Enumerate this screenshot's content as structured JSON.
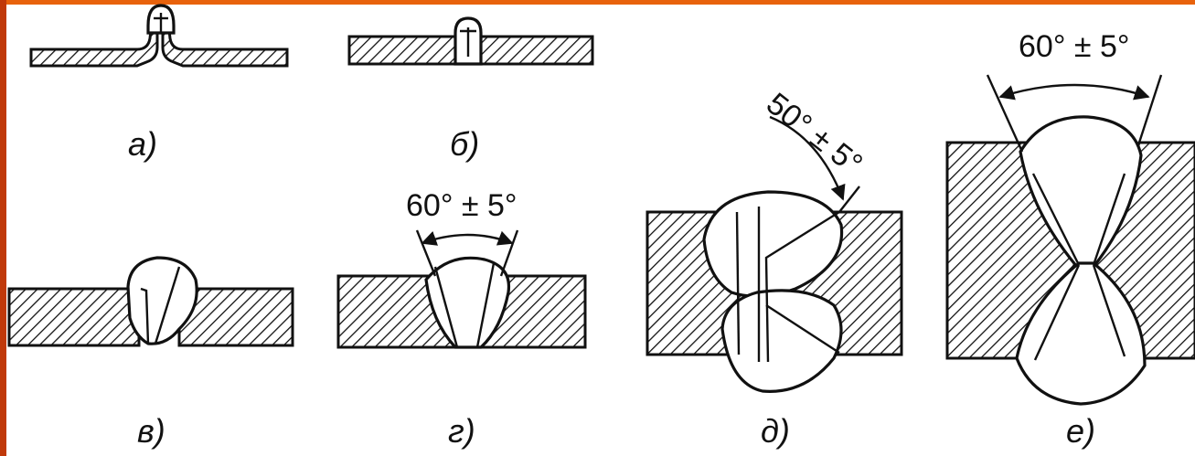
{
  "frame": {
    "top_color": "#e8620c",
    "left_color": "#c0390a"
  },
  "labels": {
    "a": "а)",
    "b": "б)",
    "v": "в)",
    "g": "г)",
    "d": "д)",
    "e": "е)"
  },
  "angles": {
    "g": "60° ± 5°",
    "d": "50° ± 5°",
    "e": "60° ± 5°"
  }
}
